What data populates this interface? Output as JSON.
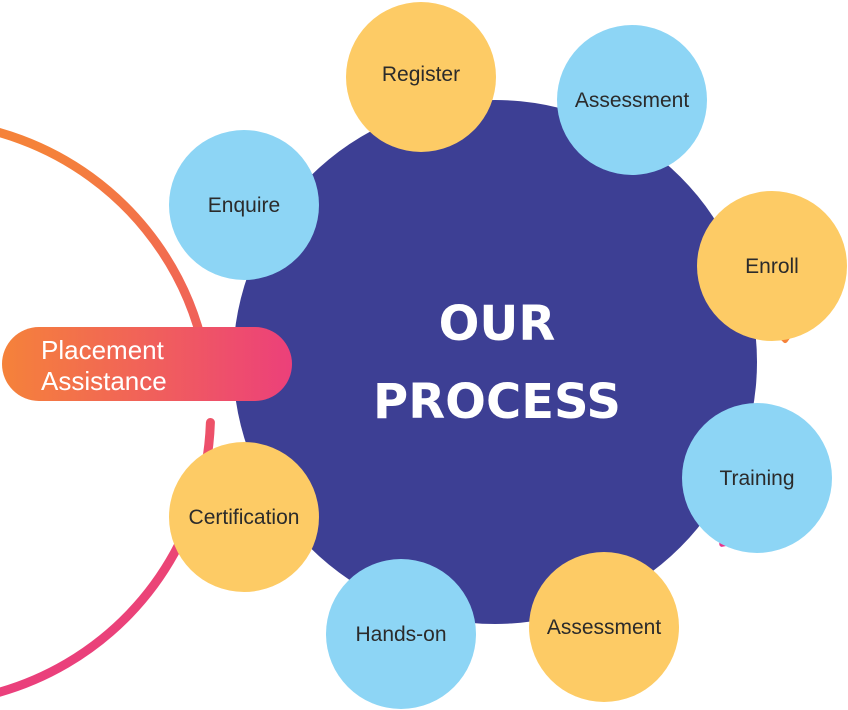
{
  "center": {
    "line1": "OUR",
    "line2": "PROCESS",
    "color": "#3d3f94"
  },
  "steps": [
    {
      "label": "Enquire",
      "kind": "blue"
    },
    {
      "label": "Register",
      "kind": "yellow"
    },
    {
      "label": "Assessment",
      "kind": "blue"
    },
    {
      "label": "Enroll",
      "kind": "yellow"
    },
    {
      "label": "Training",
      "kind": "blue"
    },
    {
      "label": "Assessment",
      "kind": "yellow"
    },
    {
      "label": "Hands-on",
      "kind": "blue"
    },
    {
      "label": "Certification",
      "kind": "yellow"
    }
  ],
  "end_step": {
    "line1": "Placement",
    "line2": "Assistance"
  },
  "colors": {
    "blue": "#8dd5f5",
    "yellow": "#fdcb65",
    "arrow_orange": "#f5823a",
    "arrow_pink": "#e8328a",
    "pill_start": "#f5823a",
    "pill_end": "#ec407a"
  }
}
